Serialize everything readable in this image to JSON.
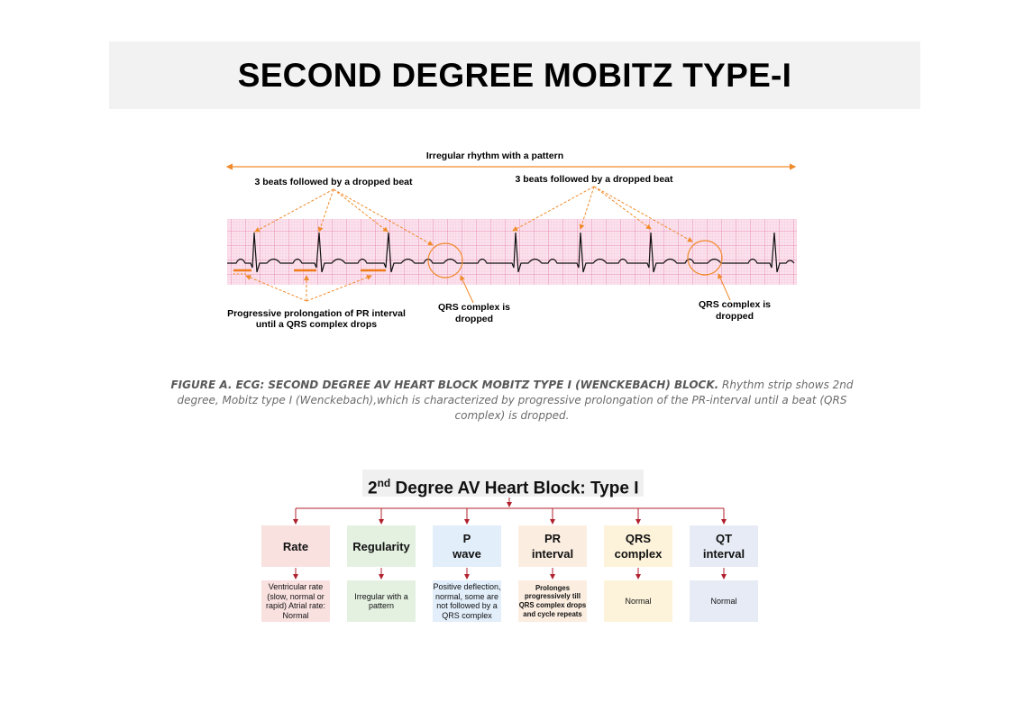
{
  "title": "SECOND DEGREE MOBITZ TYPE-I",
  "ecg": {
    "top_label": "Irregular rhythm with a pattern",
    "group_label_1": "3 beats followed by a dropped beat",
    "group_label_2": "3 beats followed by a dropped beat",
    "pr_label_line1": "Progressive prolongation of PR interval",
    "pr_label_line2": "until a QRS complex drops",
    "dropped_1_line1": "QRS complex is",
    "dropped_1_line2": "dropped",
    "dropped_2_line1": "QRS complex is",
    "dropped_2_line2": "dropped",
    "colors": {
      "grid_bg": "#fbe3ee",
      "grid_minor": "#f4b6cf",
      "grid_major": "#e27aa4",
      "annotation": "#f08a2a",
      "trace": "#111111"
    }
  },
  "caption": {
    "bold": "FIGURE A. ECG: SECOND DEGREE AV HEART BLOCK MOBITZ TYPE I (WENCKEBACH) BLOCK.",
    "text": " Rhythm strip shows 2nd degree, Mobitz type I (Wenckebach),which is characterized by progressive prolongation of the PR-interval until a beat (QRS complex) is dropped."
  },
  "block": {
    "title_prefix": "2",
    "title_sup": "nd",
    "title_rest": " Degree AV Heart Block: Type I",
    "columns": [
      {
        "header": "Rate",
        "desc": "Ventricular rate (slow, normal or rapid) Atrial rate: Normal",
        "color": "#f9e1e0"
      },
      {
        "header": "Regularity",
        "desc": "Irregular with a pattern",
        "color": "#e4f1e1"
      },
      {
        "header": "P wave",
        "desc": "Positive deflection, normal, some are not followed by a QRS complex",
        "color": "#e2eefa"
      },
      {
        "header": "PR interval",
        "desc": "Prolonges progressively till QRS complex drops and cycle repeats",
        "color": "#fbeee1"
      },
      {
        "header": "QRS complex",
        "desc": "Normal",
        "color": "#fdf3da"
      },
      {
        "header": "QT interval",
        "desc": "Normal",
        "color": "#e6ebf5"
      }
    ],
    "connector_color": "#b0202e"
  }
}
